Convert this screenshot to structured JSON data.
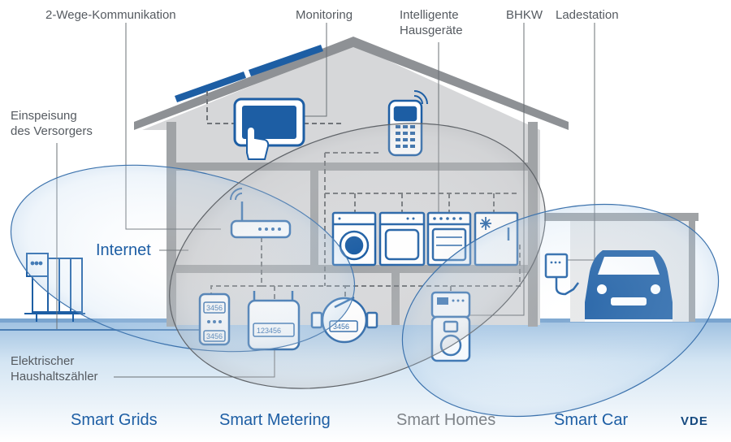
{
  "labels": {
    "two_way": "2-Wege-Kommunikation",
    "monitoring": "Monitoring",
    "smart_appliances": "Intelligente\nHausgeräte",
    "chp": "BHKW",
    "charging_station": "Ladestation",
    "supplier_feed": "Einspeisung\ndes Versorgers",
    "internet": "Internet",
    "household_meter": "Elektrischer\nHaushaltszähler"
  },
  "meter_digits": {
    "small_meter_top": "3456",
    "small_meter_bottom": "3456",
    "gas_meter": "123456",
    "water_meter": "3456"
  },
  "footer": {
    "smart_grids": "Smart Grids",
    "smart_metering": "Smart Metering",
    "smart_homes": "Smart Homes",
    "smart_car": "Smart Car"
  },
  "brand": "VDE",
  "colors": {
    "accent_blue": "#1d5ea4",
    "dark_blue": "#15497f",
    "house_grey": "#d6d7d9",
    "wall_grey": "#a0a3a6",
    "label_grey": "#555a60"
  }
}
